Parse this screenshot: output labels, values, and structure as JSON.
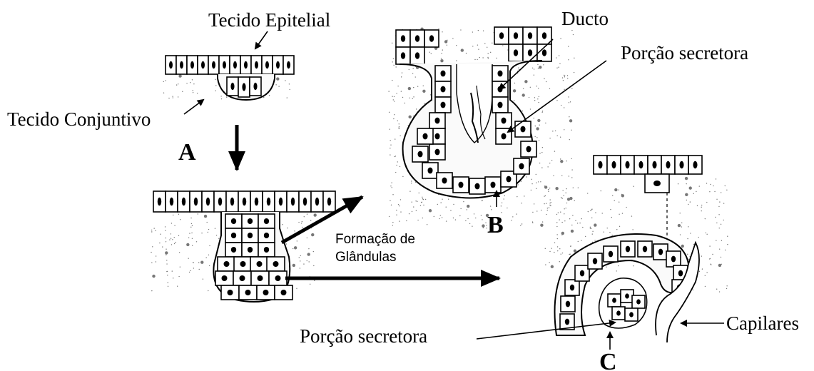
{
  "labels": {
    "tecido_epitelial": "Tecido Epitelial",
    "tecido_conjuntivo": "Tecido Conjuntivo",
    "letter_a": "A",
    "ducto": "Ducto",
    "porcao_secretora_top": "Porção secretora",
    "letter_b": "B",
    "formacao_line1": "Formação de",
    "formacao_line2": "Glândulas",
    "porcao_secretora_bottom": "Porção secretora",
    "capilares": "Capilares",
    "letter_c": "C"
  },
  "colors": {
    "ink": "#000000",
    "background": "#ffffff",
    "stipple": "#777777"
  }
}
